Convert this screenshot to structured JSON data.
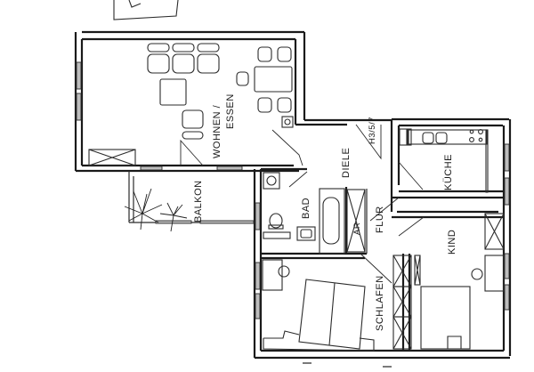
{
  "plan": {
    "type": "floor plan",
    "rooms": [
      {
        "id": "wohnen",
        "label_line1": "WOHNEN /",
        "label_line2": "ESSEN"
      },
      {
        "id": "diele",
        "label": "DIELE"
      },
      {
        "id": "kueche",
        "label": "KÜCHE"
      },
      {
        "id": "bad",
        "label": "BAD"
      },
      {
        "id": "ar",
        "label": "AR"
      },
      {
        "id": "flur",
        "label": "FLUR"
      },
      {
        "id": "balkon",
        "label": "BALKON"
      },
      {
        "id": "kind",
        "label": "KIND"
      },
      {
        "id": "schlafen",
        "label": "SCHLAFEN"
      }
    ],
    "unit_code": "H3/5/7"
  }
}
